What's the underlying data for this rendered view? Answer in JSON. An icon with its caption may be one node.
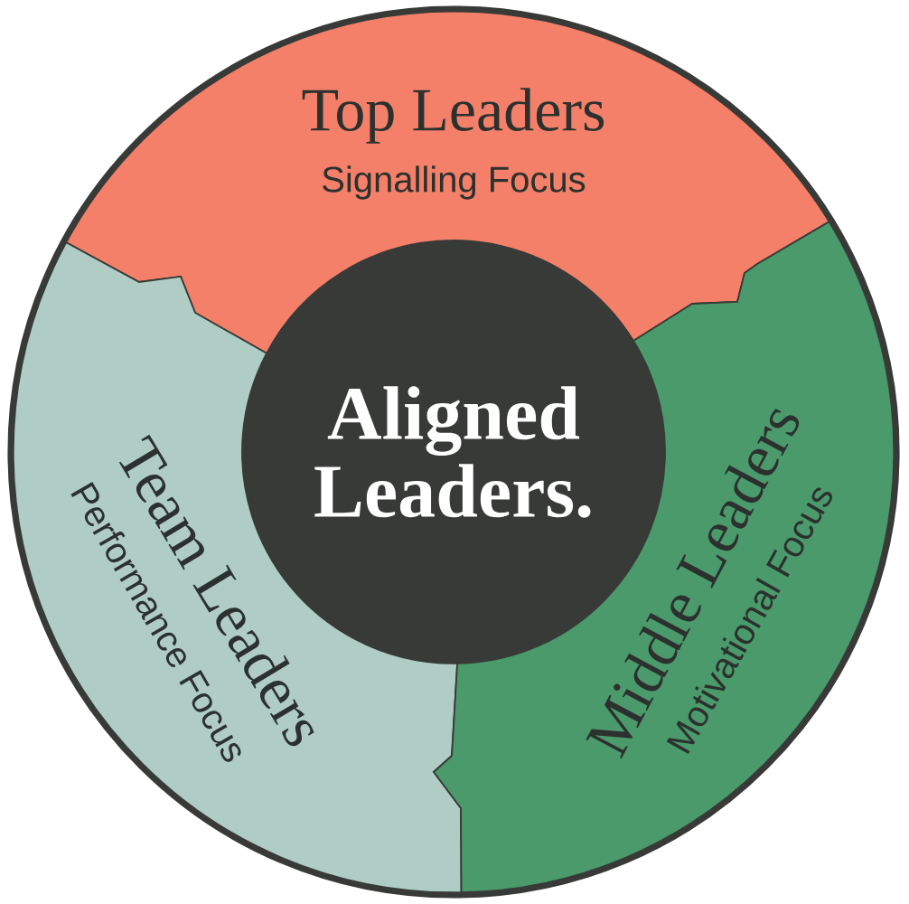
{
  "diagram": {
    "nodes": [
      {
        "text": [
          "Top Leaders",
          "Signalling Focus"
        ]
      },
      {
        "text": [
          "Aligned Leaders."
        ]
      },
      {
        "text": [
          "Team Leaders",
          "Performance Focus"
        ]
      },
      {
        "text": [
          "Middle Leaders",
          "Motivational Focus"
        ]
      }
    ]
  }
}
